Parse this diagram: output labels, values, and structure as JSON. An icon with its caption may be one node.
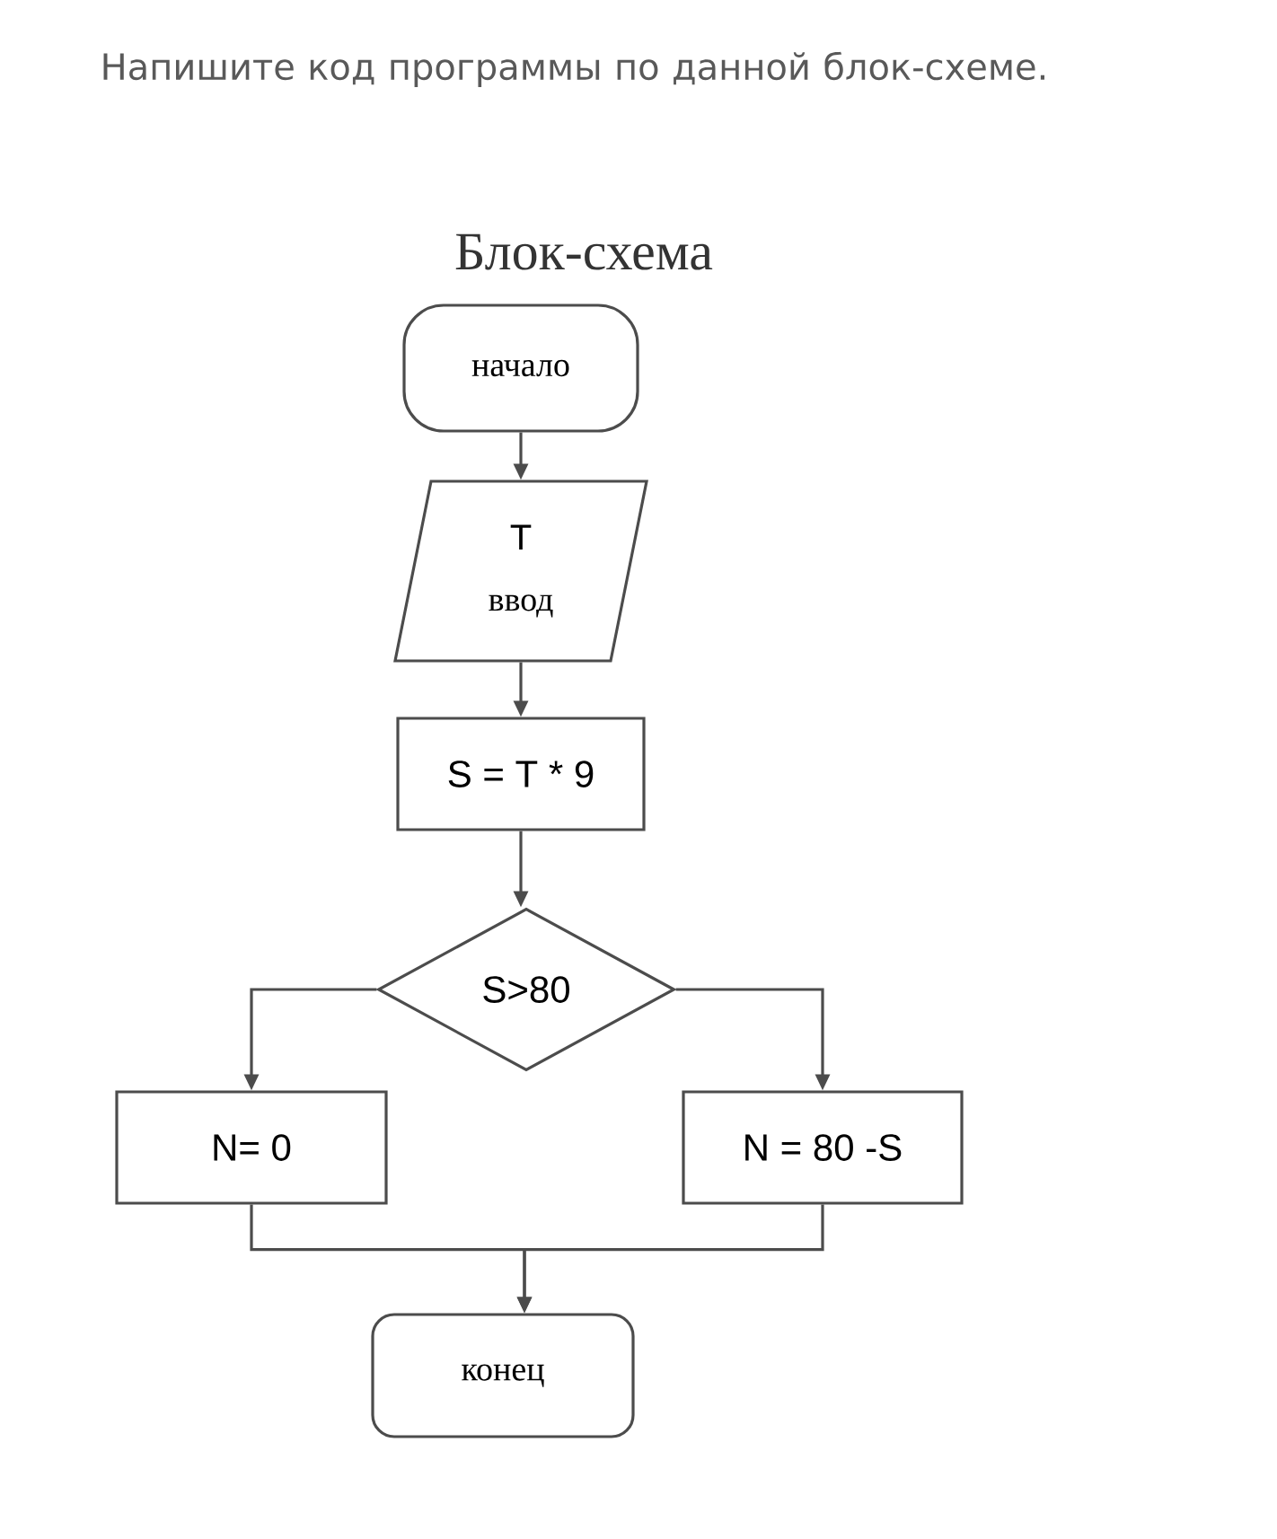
{
  "diagram": {
    "title": "Блок-схема",
    "nodes": [
      {
        "text": [
          "начало"
        ]
      },
      {
        "text": [
          "T",
          "ввод"
        ]
      },
      {
        "text": [
          "S = T * 9"
        ]
      },
      {
        "text": [
          "S>80"
        ]
      },
      {
        "text": [
          "N= 0"
        ]
      },
      {
        "text": [
          "N = 80 -S"
        ]
      },
      {
        "text": [
          "конец"
        ]
      }
    ],
    "edges": [
      {
        "from": 0,
        "to": 1,
        "arrow": "to"
      },
      {
        "from": 1,
        "to": 2,
        "arrow": "to"
      },
      {
        "from": 2,
        "to": 3,
        "arrow": "to"
      },
      {
        "from": 3,
        "to": 4,
        "arrow": "to"
      },
      {
        "from": 3,
        "to": 5,
        "arrow": "to"
      },
      {
        "from": 4,
        "to": 6,
        "arrow": "to"
      },
      {
        "from": 5,
        "to": 6,
        "arrow": "to"
      }
    ],
    "labels": [
      "Напишите код программы по данной блок-схеме."
    ]
  }
}
